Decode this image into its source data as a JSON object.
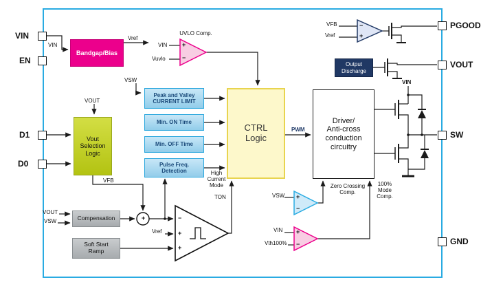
{
  "pins": {
    "vin": "VIN",
    "en": "EN",
    "d1": "D1",
    "d0": "D0",
    "pgood": "PGOOD",
    "vout": "VOUT",
    "sw": "SW",
    "gnd": "GND"
  },
  "blocks": {
    "bandgap": "Bandgap/Bias",
    "vout_selection": "Vout\nSelection\nLogic",
    "current_limit": "Peak and Valley\nCURRENT LIMIT",
    "min_on_time": "Min. ON Time",
    "min_off_time": "Min. OFF Time",
    "pulse_freq": "Pulse Freq.\nDetection",
    "ctrl_logic": "CTRL\nLogic",
    "driver": "Driver/\nAnti-cross\nconduction\ncircuitry",
    "compensation": "Compensation",
    "soft_start": "Soft Start\nRamp",
    "output_discharge": "Output\nDischarge"
  },
  "comparators": {
    "uvlo": "UVLO Comp.",
    "zero_crossing": "Zero Crossing\nComp.",
    "mode_100": "100%\nMode\nComp."
  },
  "signals": {
    "vin_bandgap": "VIN",
    "vref_bandgap": "Vref",
    "uvlo_vin": "VIN",
    "uvlo_vuvlo": "Vuvlo",
    "vsw_current_limit": "VSW",
    "vout_selection_in": "VOUT",
    "vfb": "VFB",
    "pwm": "PWM",
    "ton": "TON",
    "high_current_mode": "High\nCurrent\nMode",
    "compensation_vout": "VOUT",
    "compensation_vsw": "VSW",
    "vref_comparator": "Vref",
    "zc_vsw": "VSW",
    "mode100_vin": "VIN",
    "mode100_vth": "Vth100%",
    "pgood_vfb": "VFB",
    "pgood_vref": "Vref",
    "vin_power": "VIN",
    "plus": "+",
    "minus": "−"
  },
  "colors": {
    "chip_border": "#29abe2",
    "bandgap": "#ec008c",
    "vout_selection": "#c3d021",
    "blue_block": "#a9d9f2",
    "ctrl_logic": "#fdf8cb",
    "gray_block": "#b9bcbf",
    "output_discharge": "#203864",
    "wire": "#1a1a1a"
  }
}
